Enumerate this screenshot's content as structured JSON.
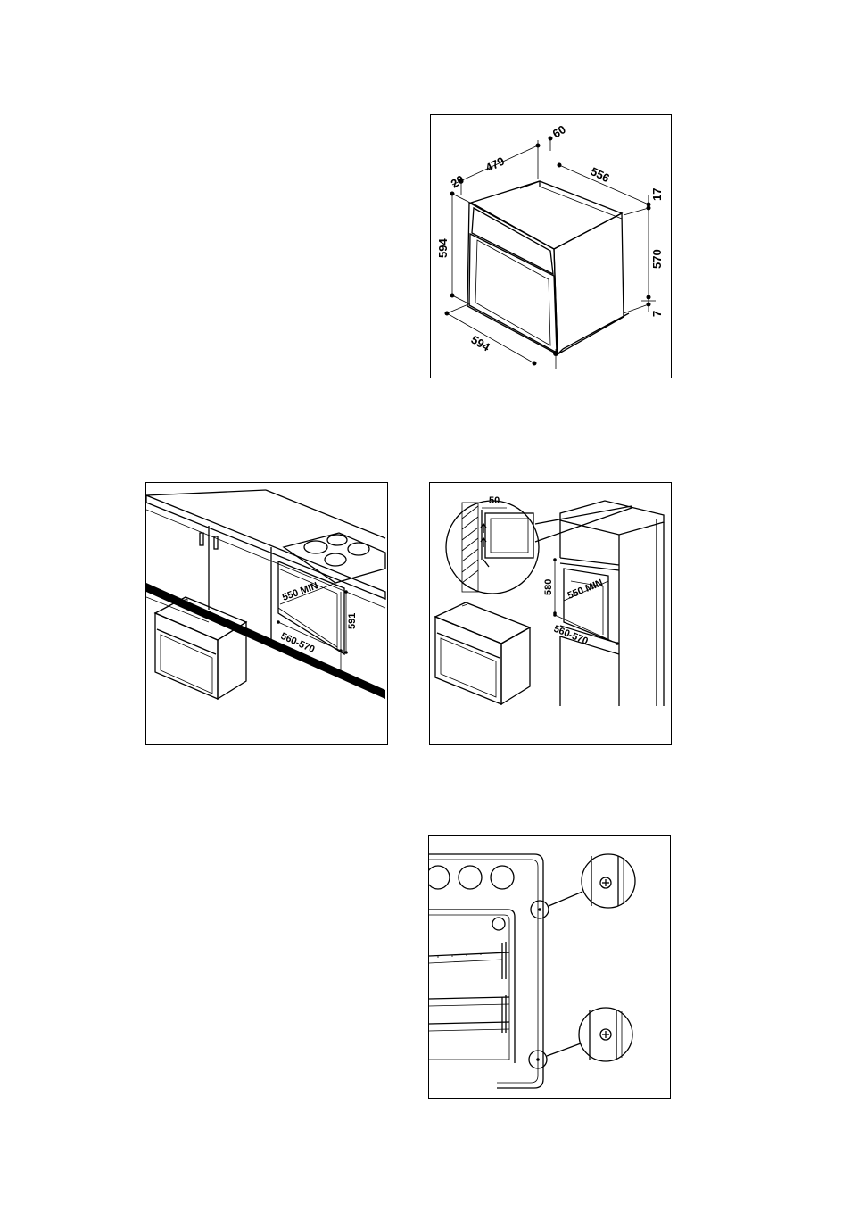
{
  "figure1": {
    "dims": {
      "d20": "20",
      "d479": "479",
      "d60": "60",
      "d556": "556",
      "d17": "17",
      "d594_height": "594",
      "d570": "570",
      "d7": "7",
      "d594_width": "594"
    }
  },
  "figure2": {
    "dims": {
      "d550min": "550 MIN",
      "d591": "591",
      "d560_570": "560-570"
    }
  },
  "figure3": {
    "dims": {
      "d50": "50",
      "d580": "580",
      "d550min": "550 MIN",
      "d560_570": "560-570"
    }
  },
  "figure4": {
    "icons": [
      "screw-icon",
      "screw-icon"
    ]
  }
}
